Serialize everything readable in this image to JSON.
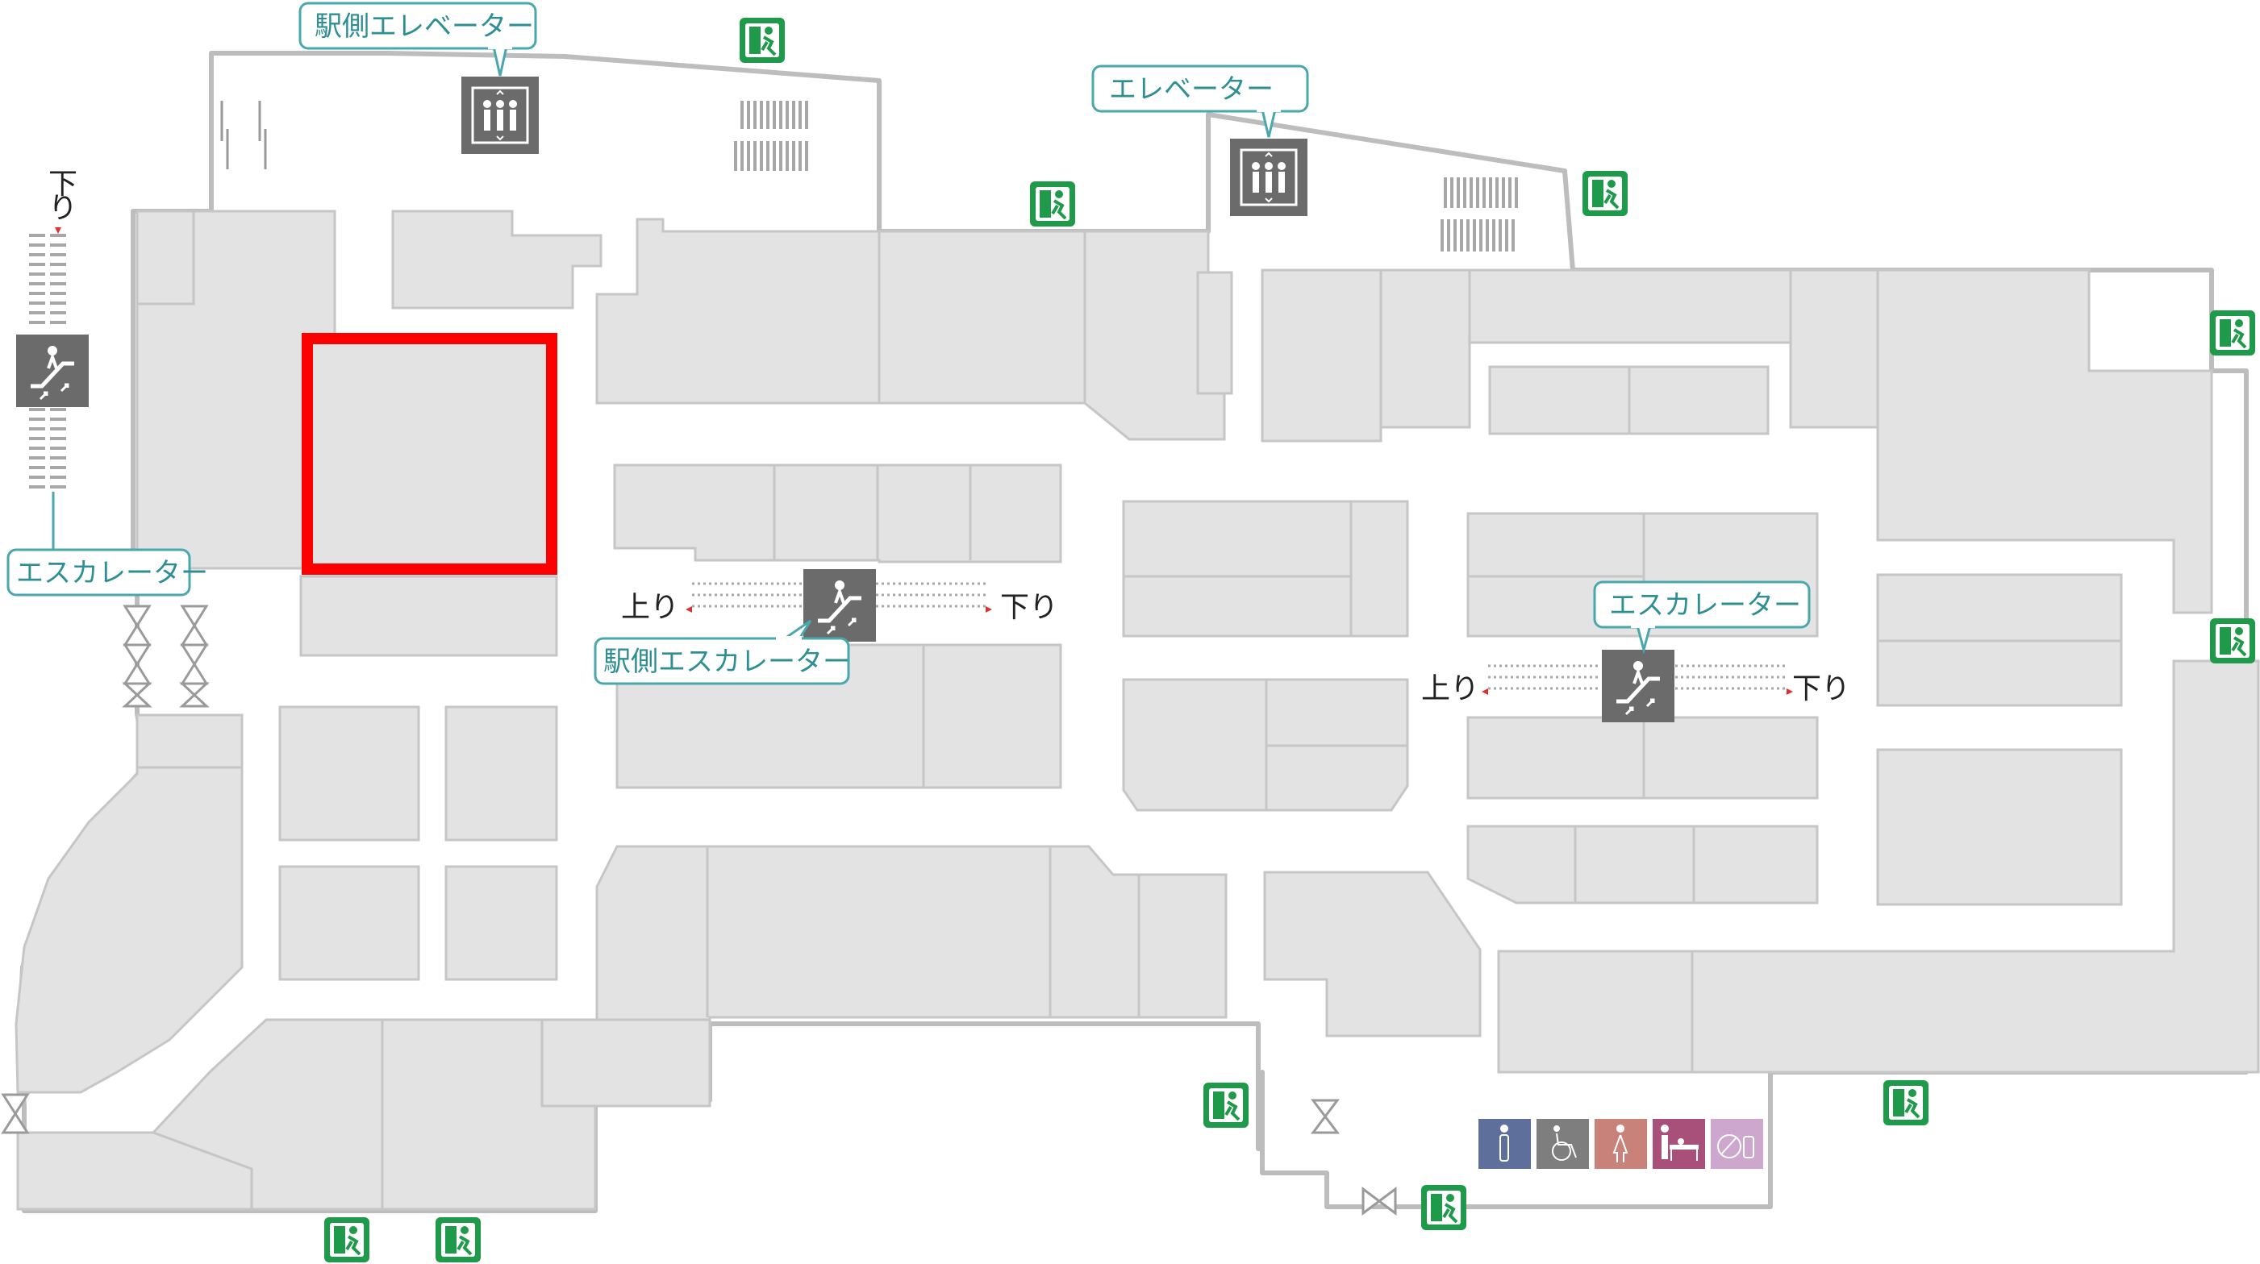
{
  "map": {
    "type": "floor-map",
    "highlighted_shop": "selected-store"
  },
  "labels": {
    "station_elevator": "駅側エレベーター",
    "elevator": "エレベーター",
    "escalator_left": "エスカレーター",
    "escalator_station": "駅側エスカレーター",
    "escalator_right": "エスカレーター",
    "up": "上り",
    "down": "下り"
  },
  "colors": {
    "exit_green": "#1f9a4a",
    "highlight_red": "#ff0000",
    "callout_teal": "#2d8f94",
    "toilet_men": "#5f6f9c",
    "toilet_accessible": "#7e7e7e",
    "toilet_women": "#c9827a",
    "baby_care": "#a8507a",
    "nursing_room": "#cda7cd"
  },
  "facility_icons": [
    "toilet-men-icon",
    "accessible-toilet-icon",
    "toilet-women-icon",
    "diaper-changing-icon",
    "nursing-room-icon"
  ]
}
